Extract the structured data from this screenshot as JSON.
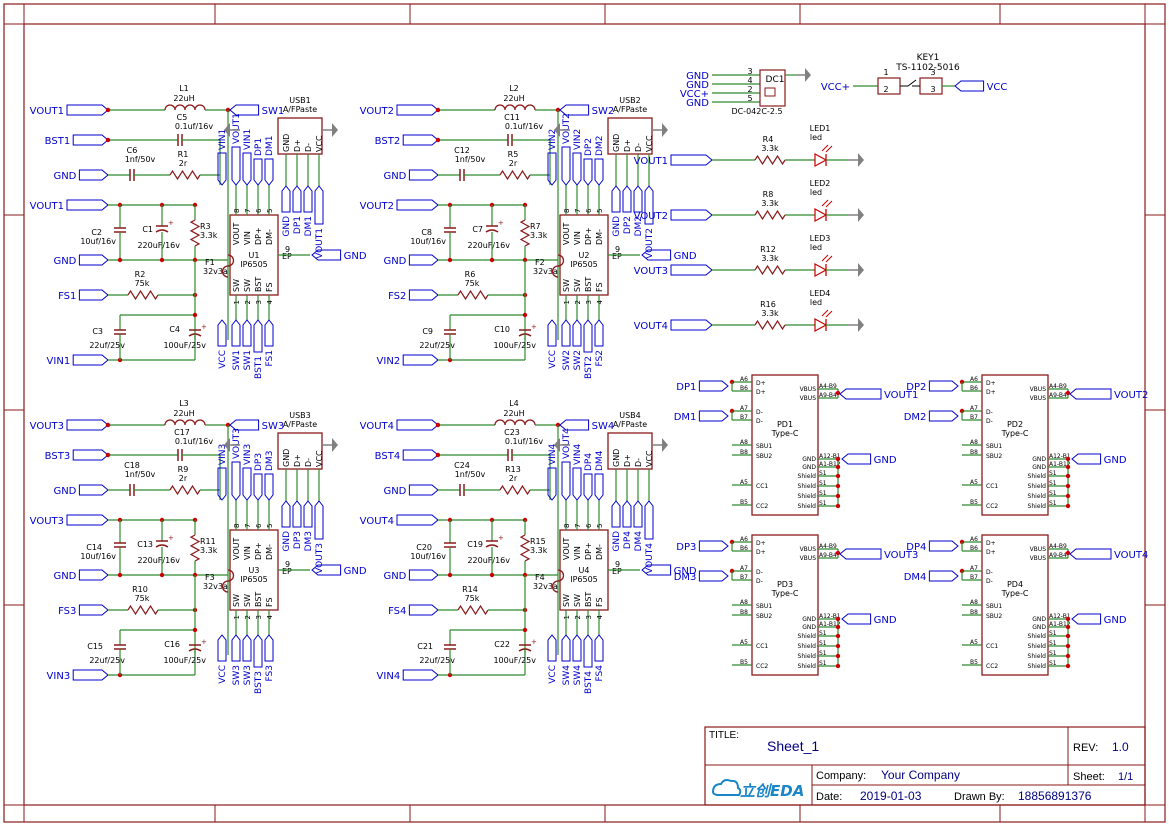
{
  "colors": {
    "frame": "#8b1a1a",
    "wire": "#2e8b2e",
    "body": "#8b1a1a",
    "netlabel": "#0000cc",
    "text": "#000000",
    "junction": "#cc0000",
    "ground": "#808080",
    "tb_text": "#000080",
    "logo": "#1a86c8"
  },
  "title_block": {
    "title_label": "TITLE:",
    "title": "Sheet_1",
    "rev_label": "REV:",
    "rev": "1.0",
    "company_label": "Company:",
    "company": "Your Company",
    "sheet_label": "Sheet:",
    "sheet": "1/1",
    "date_label": "Date:",
    "date": "2019-01-03",
    "drawn_label": "Drawn By:",
    "drawn_by": "18856891376",
    "logo_text": "立创EDA"
  },
  "channels": [
    {
      "vout": "VOUT1",
      "bst": "BST1",
      "vin": "VIN1",
      "fs": "FS1",
      "sw": "SW1",
      "dp": "DP1",
      "dm": "DM1",
      "inductor": "L1",
      "ind_val": "22uH",
      "usb": "USB1",
      "usb_type": "A/FPaste",
      "c_bst": "C5",
      "c_bst_val": "0.1uf/16v",
      "c_gnd": "C6",
      "c_gnd_val": "1nf/50v",
      "r_snub": "R1",
      "r_snub_val": "2r",
      "c_out": "C2",
      "c_out_val": "10uf/16v",
      "c_bulk": "C1",
      "c_bulk_val": "220uF/16v",
      "r_div": "R3",
      "r_div_val": "3.3k",
      "fuse": "F1",
      "fuse_val": "32v3a",
      "r_fs": "R2",
      "r_fs_val": "75k",
      "c_in": "C3",
      "c_in_val": "22uf/25v",
      "c_in2": "C4",
      "c_in2_val": "100uF/25v",
      "ic": "U1",
      "ic_type": "IP6505"
    },
    {
      "vout": "VOUT2",
      "bst": "BST2",
      "vin": "VIN2",
      "fs": "FS2",
      "sw": "SW2",
      "dp": "DP2",
      "dm": "DM2",
      "inductor": "L2",
      "ind_val": "22uH",
      "usb": "USB2",
      "usb_type": "A/FPaste",
      "c_bst": "C11",
      "c_bst_val": "0.1uf/16v",
      "c_gnd": "C12",
      "c_gnd_val": "1nf/50v",
      "r_snub": "R5",
      "r_snub_val": "2r",
      "c_out": "C8",
      "c_out_val": "10uf/16v",
      "c_bulk": "C7",
      "c_bulk_val": "220uF/16v",
      "r_div": "R7",
      "r_div_val": "3.3k",
      "fuse": "F2",
      "fuse_val": "32v3a",
      "r_fs": "R6",
      "r_fs_val": "75k",
      "c_in": "C9",
      "c_in_val": "22uf/25v",
      "c_in2": "C10",
      "c_in2_val": "100uF/25v",
      "ic": "U2",
      "ic_type": "IP6505"
    },
    {
      "vout": "VOUT3",
      "bst": "BST3",
      "vin": "VIN3",
      "fs": "FS3",
      "sw": "SW3",
      "dp": "DP3",
      "dm": "DM3",
      "inductor": "L3",
      "ind_val": "22uH",
      "usb": "USB3",
      "usb_type": "A/FPaste",
      "c_bst": "C17",
      "c_bst_val": "0.1uf/16v",
      "c_gnd": "C18",
      "c_gnd_val": "1nf/50v",
      "r_snub": "R9",
      "r_snub_val": "2r",
      "c_out": "C14",
      "c_out_val": "10uf/16v",
      "c_bulk": "C13",
      "c_bulk_val": "220uF/16v",
      "r_div": "R11",
      "r_div_val": "3.3k",
      "fuse": "F3",
      "fuse_val": "32v3a",
      "r_fs": "R10",
      "r_fs_val": "75k",
      "c_in": "C15",
      "c_in_val": "22uf/25v",
      "c_in2": "C16",
      "c_in2_val": "100uF/25v",
      "ic": "U3",
      "ic_type": "IP6505"
    },
    {
      "vout": "VOUT4",
      "bst": "BST4",
      "vin": "VIN4",
      "fs": "FS4",
      "sw": "SW4",
      "dp": "DP4",
      "dm": "DM4",
      "inductor": "L4",
      "ind_val": "22uH",
      "usb": "USB4",
      "usb_type": "A/FPaste",
      "c_bst": "C23",
      "c_bst_val": "0.1uf/16v",
      "c_gnd": "C24",
      "c_gnd_val": "1nf/50v",
      "r_snub": "R13",
      "r_snub_val": "2r",
      "c_out": "C20",
      "c_out_val": "10uf/16v",
      "c_bulk": "C19",
      "c_bulk_val": "220uF/16v",
      "r_div": "R15",
      "r_div_val": "3.3k",
      "fuse": "F4",
      "fuse_val": "32v3a",
      "r_fs": "R14",
      "r_fs_val": "75k",
      "c_in": "C21",
      "c_in_val": "22uf/25v",
      "c_in2": "C22",
      "c_in2_val": "100uF/25v",
      "ic": "U4",
      "ic_type": "IP6505"
    }
  ],
  "labels": {
    "gnd": "GND",
    "vcc": "VCC",
    "vcc_plus": "VCC+",
    "ep": "EP",
    "ep_pin": "9",
    "usb_pins": [
      "GND",
      "D+",
      "D-",
      "VCC"
    ],
    "ic_top_pins": [
      "VOUT",
      "VIN",
      "DP+",
      "DM-"
    ],
    "ic_top_nums": [
      "8",
      "7",
      "6",
      "5"
    ],
    "ic_bot_pins": [
      "SW",
      "SW",
      "BST",
      "FS"
    ],
    "ic_bot_nums": [
      "1",
      "2",
      "3",
      "4"
    ],
    "bot_nets_suffix": [
      "SW",
      "SW",
      "BST",
      "FS"
    ],
    "pin_vcc_side": "VCC",
    "pin_9": "9",
    "pin_1": "1"
  },
  "dc_jack": {
    "ref": "DC1",
    "part": "DC-042C-2.5",
    "nets": [
      "GND",
      "GND",
      "VCC+",
      "GND"
    ],
    "pins": [
      "3",
      "4",
      "2",
      "5"
    ]
  },
  "key": {
    "ref": "KEY1",
    "part": "TS-1102-5016",
    "left_net": "VCC+",
    "right_net": "VCC",
    "pins": [
      "1",
      "2",
      "3",
      "3"
    ]
  },
  "leds": [
    {
      "net": "VOUT1",
      "res": "R4",
      "res_val": "3.3k",
      "led": "LED1",
      "led_val": "led"
    },
    {
      "net": "VOUT2",
      "res": "R8",
      "res_val": "3.3k",
      "led": "LED2",
      "led_val": "led"
    },
    {
      "net": "VOUT3",
      "res": "R12",
      "res_val": "3.3k",
      "led": "LED3",
      "led_val": "led"
    },
    {
      "net": "VOUT4",
      "res": "R16",
      "res_val": "3.3k",
      "led": "LED4",
      "led_val": "led"
    }
  ],
  "typec": [
    {
      "ref": "PD1",
      "type": "Type-C",
      "dp": "DP1",
      "dm": "DM1",
      "vout": "VOUT1"
    },
    {
      "ref": "PD2",
      "type": "Type-C",
      "dp": "DP2",
      "dm": "DM2",
      "vout": "VOUT2"
    },
    {
      "ref": "PD3",
      "type": "Type-C",
      "dp": "DP3",
      "dm": "DM3",
      "vout": "VOUT3"
    },
    {
      "ref": "PD4",
      "type": "Type-C",
      "dp": "DP4",
      "dm": "DM4",
      "vout": "VOUT4"
    }
  ],
  "typec_pins": {
    "left": [
      {
        "num": "A6",
        "name": "D+"
      },
      {
        "num": "B6",
        "name": "D+"
      },
      {
        "num": "A7",
        "name": "D-"
      },
      {
        "num": "B7",
        "name": "D-"
      },
      {
        "num": "A8",
        "name": "SBU1"
      },
      {
        "num": "B8",
        "name": "SBU2"
      },
      {
        "num": "A5",
        "name": "CC1"
      },
      {
        "num": "B5",
        "name": "CC2"
      }
    ],
    "right": [
      {
        "num": "A4-B9",
        "name": "VBUS"
      },
      {
        "num": "A9-B4",
        "name": "VBUS"
      },
      {
        "num": "A12-B1",
        "name": "GND"
      },
      {
        "num": "A1-B12",
        "name": "GND"
      },
      {
        "num": "S1",
        "name": "Shield"
      },
      {
        "num": "S1",
        "name": "Shield"
      },
      {
        "num": "S1",
        "name": "Shield"
      },
      {
        "num": "S1",
        "name": "Shield"
      }
    ]
  }
}
